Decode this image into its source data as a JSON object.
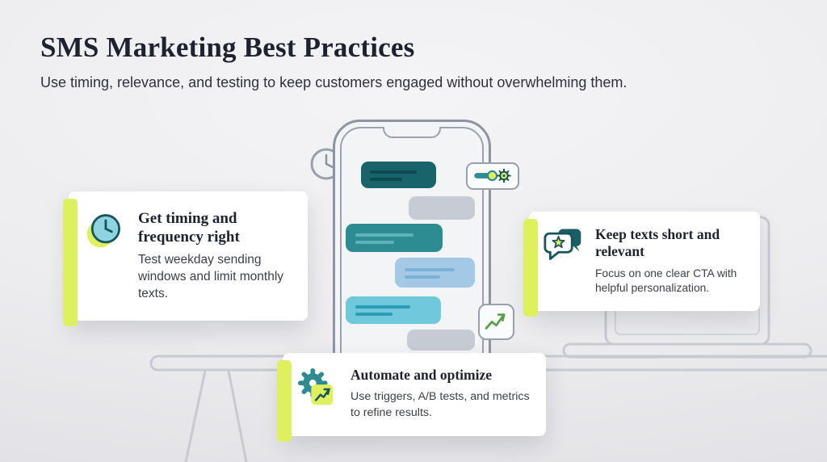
{
  "header": {
    "title": "SMS Marketing Best Practices",
    "subtitle": "Use timing, relevance, and testing to keep customers engaged without overwhelming them."
  },
  "cards": [
    {
      "icon": "clock-icon",
      "title": "Get timing and frequency right",
      "body": "Test weekday sending windows and limit monthly texts."
    },
    {
      "icon": "chat-star-icon",
      "title": "Keep texts short and relevant",
      "body": "Focus on one clear CTA with helpful personalization."
    },
    {
      "icon": "gear-chart-icon",
      "title": "Automate and optimize",
      "body": "Use triggers, A/B tests, and metrics to refine results."
    }
  ],
  "phone": {
    "badges": [
      "clock-badge-icon",
      "slider-gear-badge-icon",
      "line-chart-badge-icon"
    ],
    "bubbles": [
      {
        "side": "left",
        "color": "#19636a",
        "line_color": "#0e4b51"
      },
      {
        "side": "right",
        "color": "#c7cbd4",
        "line_color": ""
      },
      {
        "side": "left",
        "color": "#2d8b92",
        "line_color": "#5fb3b8"
      },
      {
        "side": "right",
        "color": "#a3c9e7",
        "line_color": "#7fb0d6"
      },
      {
        "side": "left",
        "color": "#6fc8dc",
        "line_color": "#2d9cb4"
      },
      {
        "side": "right",
        "color": "#c7cbd4",
        "line_color": ""
      }
    ]
  },
  "colors": {
    "background": "#ececef",
    "text_dark": "#1e2130",
    "accent_lime": "#dff05f",
    "teal_dark": "#17555c",
    "teal_mid": "#2d8b92",
    "cyan_light": "#6fc8dc",
    "blue_light": "#a3c9e7",
    "bubble_gray": "#c7cbd4",
    "outline_gray": "#98a0ac",
    "sketch_gray": "#c7cad0",
    "chart_green": "#56a044",
    "card_white": "#ffffff"
  }
}
